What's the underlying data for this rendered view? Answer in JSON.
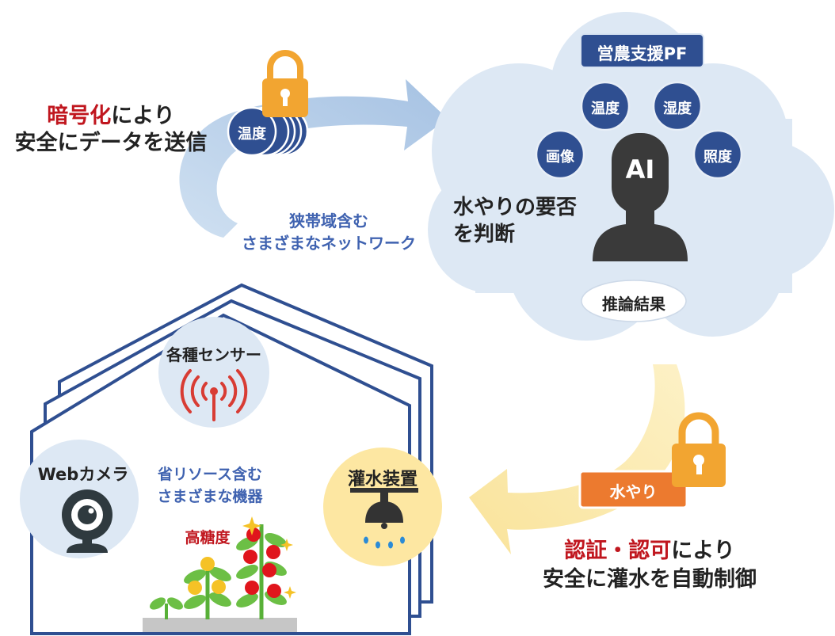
{
  "colors": {
    "navy": "#2f4f91",
    "cloud": "#dde8f4",
    "arrow_blue": "#b4cde8",
    "arrow_yellow": "#fbe8a6",
    "lock_orange": "#f2a531",
    "accent_red": "#c0161e",
    "text_blue": "#3f62b0",
    "orange_tag": "#ec7a2f",
    "silhouette": "#3a3a3a"
  },
  "icons": {
    "lock": "lock-icon",
    "antenna": "antenna-signal-icon",
    "camera": "webcam-icon",
    "sprinkler": "sprinkler-icon",
    "ai_person": "person-silhouette-icon"
  },
  "left_note": {
    "line1_emph": "暗号化",
    "line1_rest": "により",
    "line2": "安全にデータを送信"
  },
  "data_packet": {
    "label": "温度"
  },
  "network": {
    "line1": "狭帯域含む",
    "line2": "さまざまなネットワーク"
  },
  "cloud": {
    "platform": "営農支援PF",
    "sensors": {
      "temperature": "温度",
      "humidity": "湿度",
      "image": "画像",
      "illuminance": "照度"
    },
    "ai": "AI",
    "judge_line1": "水やりの要否",
    "judge_line2": "を判断",
    "result": "推論結果"
  },
  "house": {
    "sensors_title": "各種センサー",
    "webcam_title": "Webカメラ",
    "devices_line1": "省リソース含む",
    "devices_line2": "さまざまな機器",
    "irrigation_title": "灌水装置",
    "high_sugar": "高糖度"
  },
  "command": {
    "label": "水やり"
  },
  "right_note": {
    "line1_emph": "認証・認可",
    "line1_rest": "により",
    "line2": "安全に灌水を自動制御"
  }
}
